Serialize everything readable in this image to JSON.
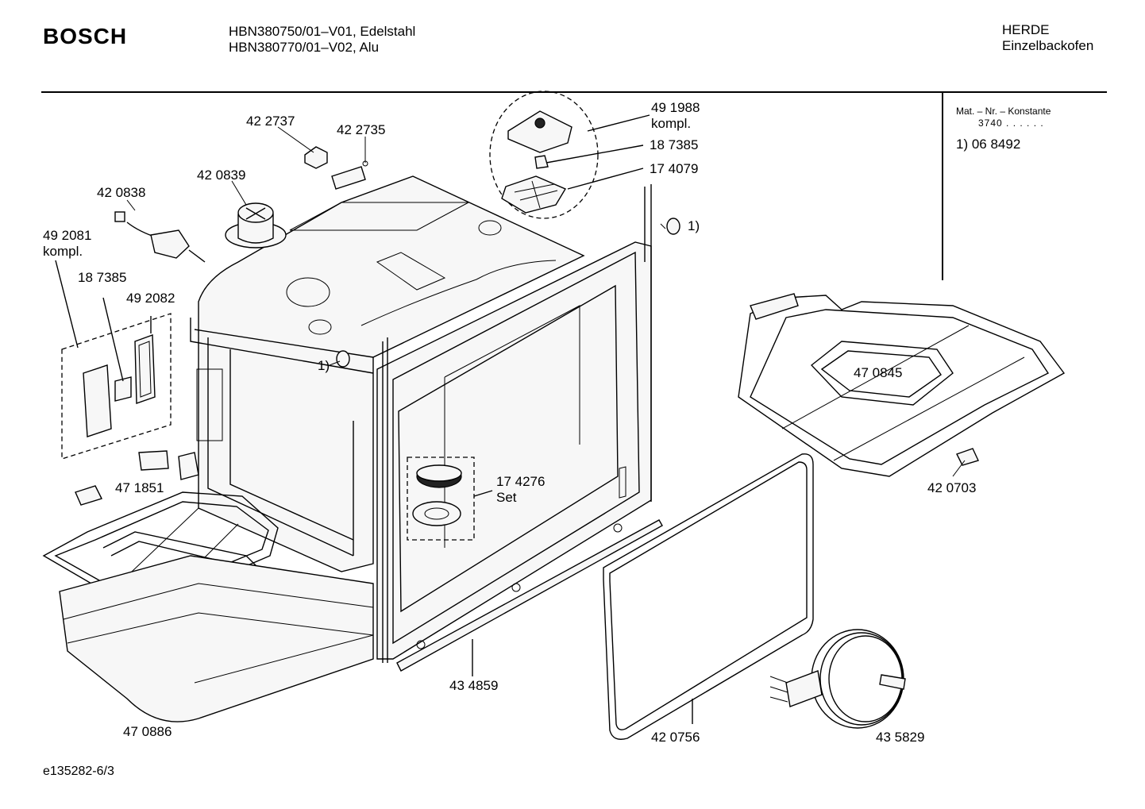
{
  "header": {
    "brand": "BOSCH",
    "models": [
      "HBN380750/01–V01, Edelstahl",
      "HBN380770/01–V02, Alu"
    ],
    "category": [
      "HERDE",
      "Einzelbackofen"
    ]
  },
  "info_box": {
    "mat_label": "Mat. – Nr. – Konstante",
    "mat_value": "3740 .  .   .  .  .  .",
    "note": "1) 06 8492"
  },
  "parts": [
    {
      "id": "p-422737",
      "text": "42 2737"
    },
    {
      "id": "p-422735",
      "text": "42 2735"
    },
    {
      "id": "p-420839",
      "text": "42 0839"
    },
    {
      "id": "p-420838",
      "text": "42 0838"
    },
    {
      "id": "p-492081",
      "text": "49 2081\nkompl."
    },
    {
      "id": "p-187385-left",
      "text": "18 7385"
    },
    {
      "id": "p-492082",
      "text": "49 2082"
    },
    {
      "id": "p-491988",
      "text": "49 1988\nkompl."
    },
    {
      "id": "p-187385-top",
      "text": "18 7385"
    },
    {
      "id": "p-174079",
      "text": "17 4079"
    },
    {
      "id": "p-ref1-top",
      "text": "1)"
    },
    {
      "id": "p-ref1-mid",
      "text": "1)"
    },
    {
      "id": "p-470845",
      "text": "47 0845"
    },
    {
      "id": "p-174276",
      "text": "17 4276\nSet"
    },
    {
      "id": "p-471851",
      "text": "47 1851"
    },
    {
      "id": "p-420703",
      "text": "42 0703"
    },
    {
      "id": "p-434859",
      "text": "43 4859"
    },
    {
      "id": "p-470886",
      "text": "47 0886"
    },
    {
      "id": "p-420756",
      "text": "42 0756"
    },
    {
      "id": "p-435829",
      "text": "43 5829"
    }
  ],
  "footer": {
    "code": "e135282-6/3"
  }
}
